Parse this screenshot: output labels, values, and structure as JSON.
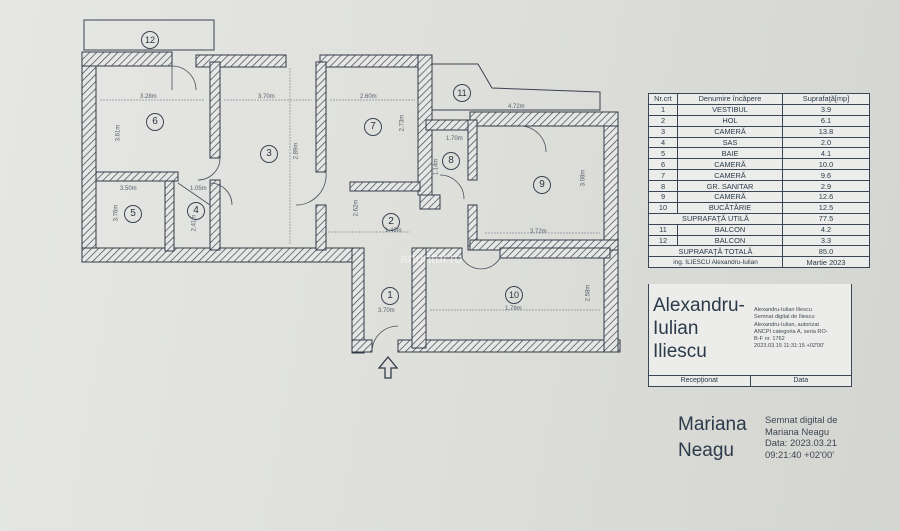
{
  "rooms_table": {
    "headers": [
      "Nr.crt",
      "Denumire încăpere",
      "Suprafaţă[mp]"
    ],
    "rows": [
      [
        "1",
        "VESTIBUL",
        "3.9"
      ],
      [
        "2",
        "HOL",
        "6.1"
      ],
      [
        "3",
        "CAMERĂ",
        "13.8"
      ],
      [
        "4",
        "SAS",
        "2.0"
      ],
      [
        "5",
        "BAIE",
        "4.1"
      ],
      [
        "6",
        "CAMERĂ",
        "10.0"
      ],
      [
        "7",
        "CAMERĂ",
        "9.6"
      ],
      [
        "8",
        "GR. SANITAR",
        "2.9"
      ],
      [
        "9",
        "CAMERĂ",
        "12.6"
      ],
      [
        "10",
        "BUCĂTĂRIE",
        "12.5"
      ]
    ],
    "util_label": "SUPRAFAŢĂ UTILĂ",
    "util_value": "77.5",
    "balcony_rows": [
      [
        "11",
        "BALCON",
        "4.2"
      ],
      [
        "12",
        "BALCON",
        "3.3"
      ]
    ],
    "total_label": "SUPRAFAŢĂ TOTALĂ",
    "total_value": "85.0",
    "engineer": "ing. ILIESCU Alexandru-Iulian",
    "date": "Martie 2023"
  },
  "signature1": {
    "name": "Alexandru-\nIulian\nIliescu",
    "text": "Alexandru-Iulian Iliescu\nSemnat digital de Iliescu\nAlexandru-Iulian, autorizat\nANCPI categoria A, seria RO-\nB-F nr. 1762\n2023.03.15 11:31:15 +02'00'",
    "footer_left": "Recepţionat",
    "footer_right": "Data"
  },
  "signature2": {
    "name": "Mariana\nNeagu",
    "text": "Semnat digital de\nMariana Neagu\nData: 2023.03.21\n09:21:40 +02'00'"
  },
  "plan": {
    "room_labels": [
      "1",
      "2",
      "3",
      "4",
      "5",
      "6",
      "7",
      "8",
      "9",
      "10",
      "11",
      "12"
    ],
    "dims": [
      "3.28m",
      "3.70m",
      "2.60m",
      "3.61m",
      "1.05m",
      "2.89m",
      "3.50m",
      "1.43m",
      "3.72m",
      "1.78m",
      "4.72m",
      "3.70m",
      "2.73m",
      "3.08m",
      "2.58m",
      "3.76m",
      "2.62m",
      "1.70m",
      "1.14m",
      "2.41m"
    ],
    "watermark": "anuntul.ro"
  },
  "colors": {
    "paper": "#e3e4e1",
    "wall": "#3a4250",
    "ink": "#2b3a4a"
  }
}
